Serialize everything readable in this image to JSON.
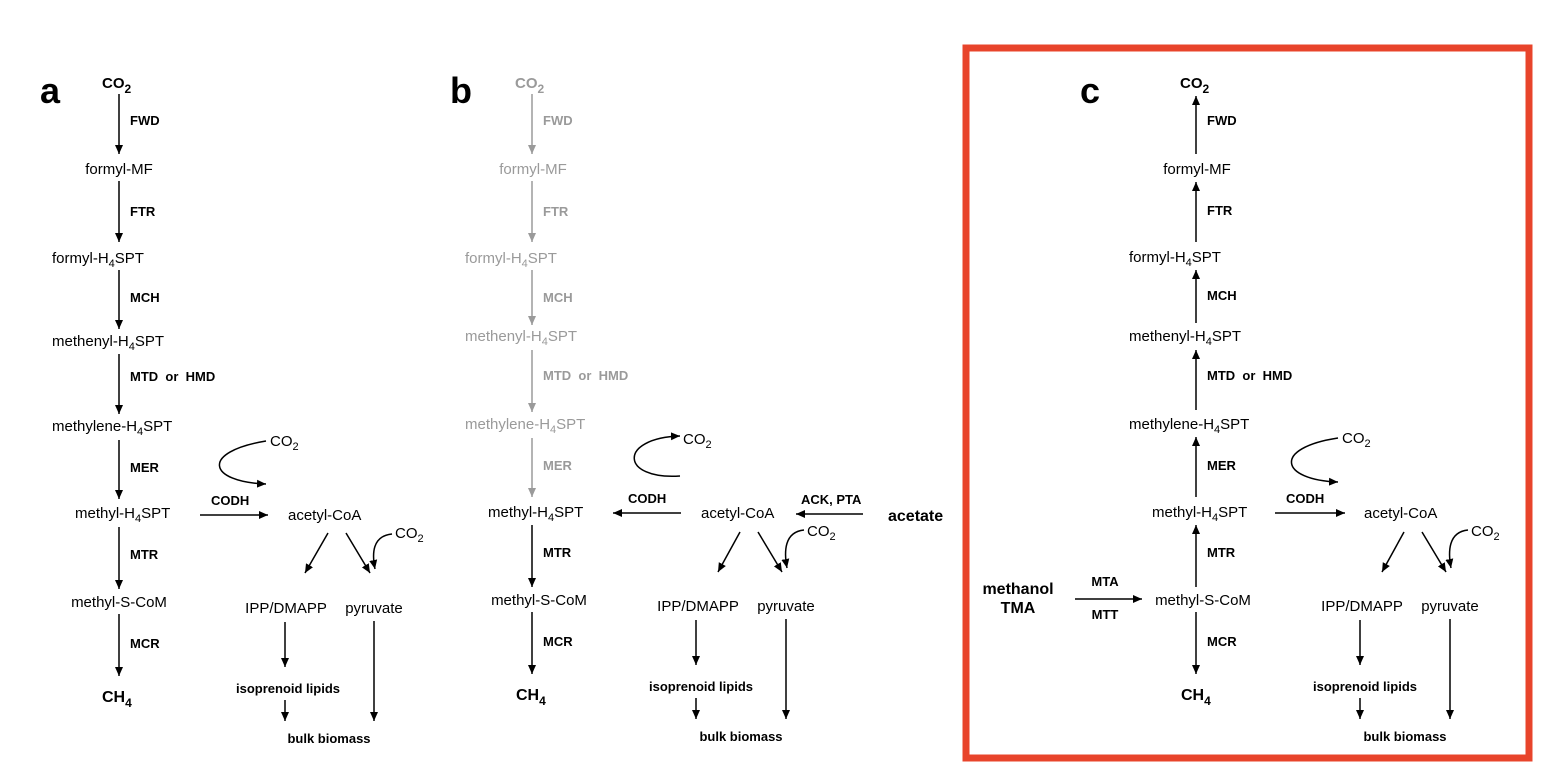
{
  "panels": {
    "a": {
      "letter": "a"
    },
    "b": {
      "letter": "b"
    },
    "c": {
      "letter": "c"
    }
  },
  "metabolites": {
    "co2": "CO",
    "co2_sub": "2",
    "formyl_mf": "formyl-MF",
    "formyl_pre": "formyl-H",
    "h4_sub": "4",
    "spt": "SPT",
    "methenyl_pre": "methenyl-H",
    "methylene_pre": "methylene-H",
    "methyl_pre": "methyl-H",
    "methyl_scom": "methyl-S-CoM",
    "ch4": "CH",
    "ch4_sub": "4",
    "acetyl_coa": "acetyl-CoA",
    "ipp": "IPP/DMAPP",
    "pyruvate": "pyruvate",
    "isoprenoid": "isoprenoid lipids",
    "biomass": "bulk biomass",
    "acetate": "acetate",
    "methanol": "methanol",
    "tma": "TMA"
  },
  "enzymes": {
    "fwd": "FWD",
    "ftr": "FTR",
    "mch": "MCH",
    "mtd_hmd": "MTD  or  HMD",
    "mer": "MER",
    "mtr": "MTR",
    "mcr": "MCR",
    "codh": "CODH",
    "ack_pta": "ACK, PTA",
    "mta": "MTA",
    "mtt": "MTT"
  },
  "colors": {
    "active": "#000000",
    "inactive": "#9a9a9a",
    "highlight_border": "#e8442b"
  }
}
